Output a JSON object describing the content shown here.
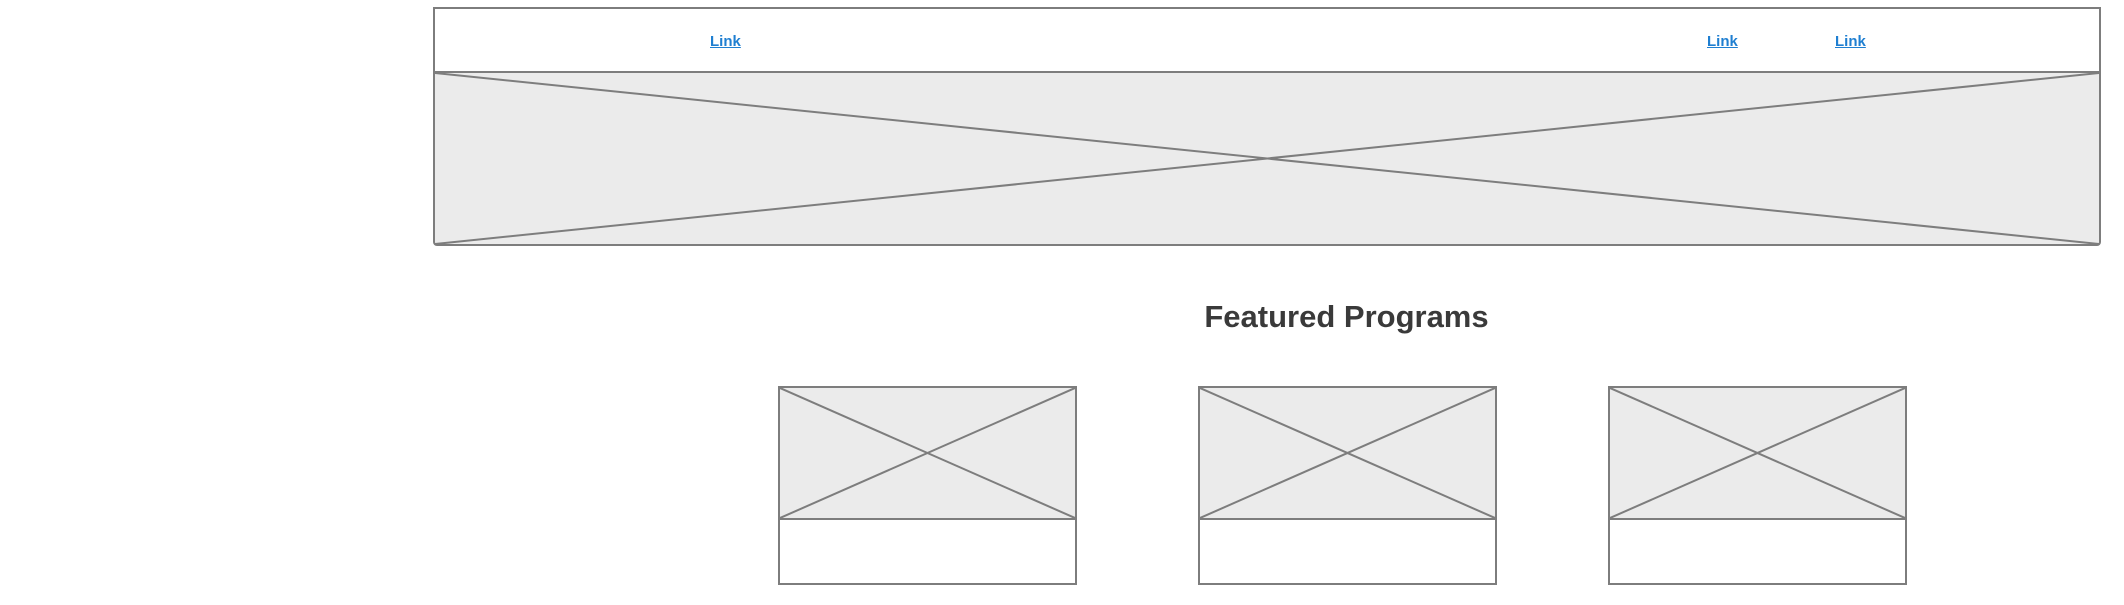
{
  "nav": {
    "links": [
      {
        "label": "Link"
      },
      {
        "label": "Link"
      },
      {
        "label": "Link"
      }
    ]
  },
  "featured": {
    "title": "Featured Programs",
    "card_count": 3
  },
  "colors": {
    "link": "#1f7fd1",
    "border": "#7d7d7d",
    "placeholder_fill": "#ebebeb",
    "heading": "#3a3a3a"
  },
  "icons": {
    "image_placeholder": "image-placeholder-icon"
  }
}
